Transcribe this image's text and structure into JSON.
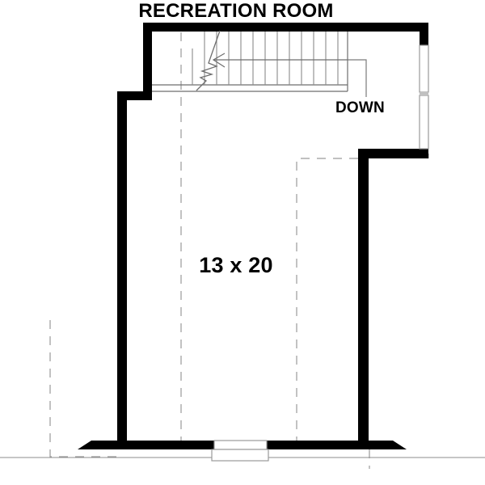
{
  "drawing": {
    "type": "floor-plan",
    "title": "RECREATION ROOM",
    "rooms": [
      {
        "name": "RECREATION ROOM",
        "dimensions": "13 x 20",
        "width_ft": 13,
        "length_ft": 20
      }
    ],
    "annotations": [
      {
        "name": "stair-direction",
        "label": "DOWN"
      }
    ],
    "features": {
      "stair_tread_count": 13,
      "stair_direction_arrow": "left",
      "break_line": "present",
      "windows": [
        {
          "name": "right-wall-window",
          "wall": "right"
        },
        {
          "name": "bottom-wall-window",
          "wall": "bottom"
        }
      ],
      "dashed_outlines": [
        "left-below-grade-outline",
        "center-vertical-outline",
        "right-vertical-outline",
        "upper-right-outline"
      ]
    },
    "colors": {
      "wall": "#000000",
      "thin_line": "#8c8c8c",
      "dashed_line": "#9a9a9a",
      "background": "#ffffff",
      "text": "#000000"
    }
  },
  "labels": {
    "room_name": "RECREATION ROOM",
    "room_dims": "13 x 20",
    "down": "DOWN"
  }
}
